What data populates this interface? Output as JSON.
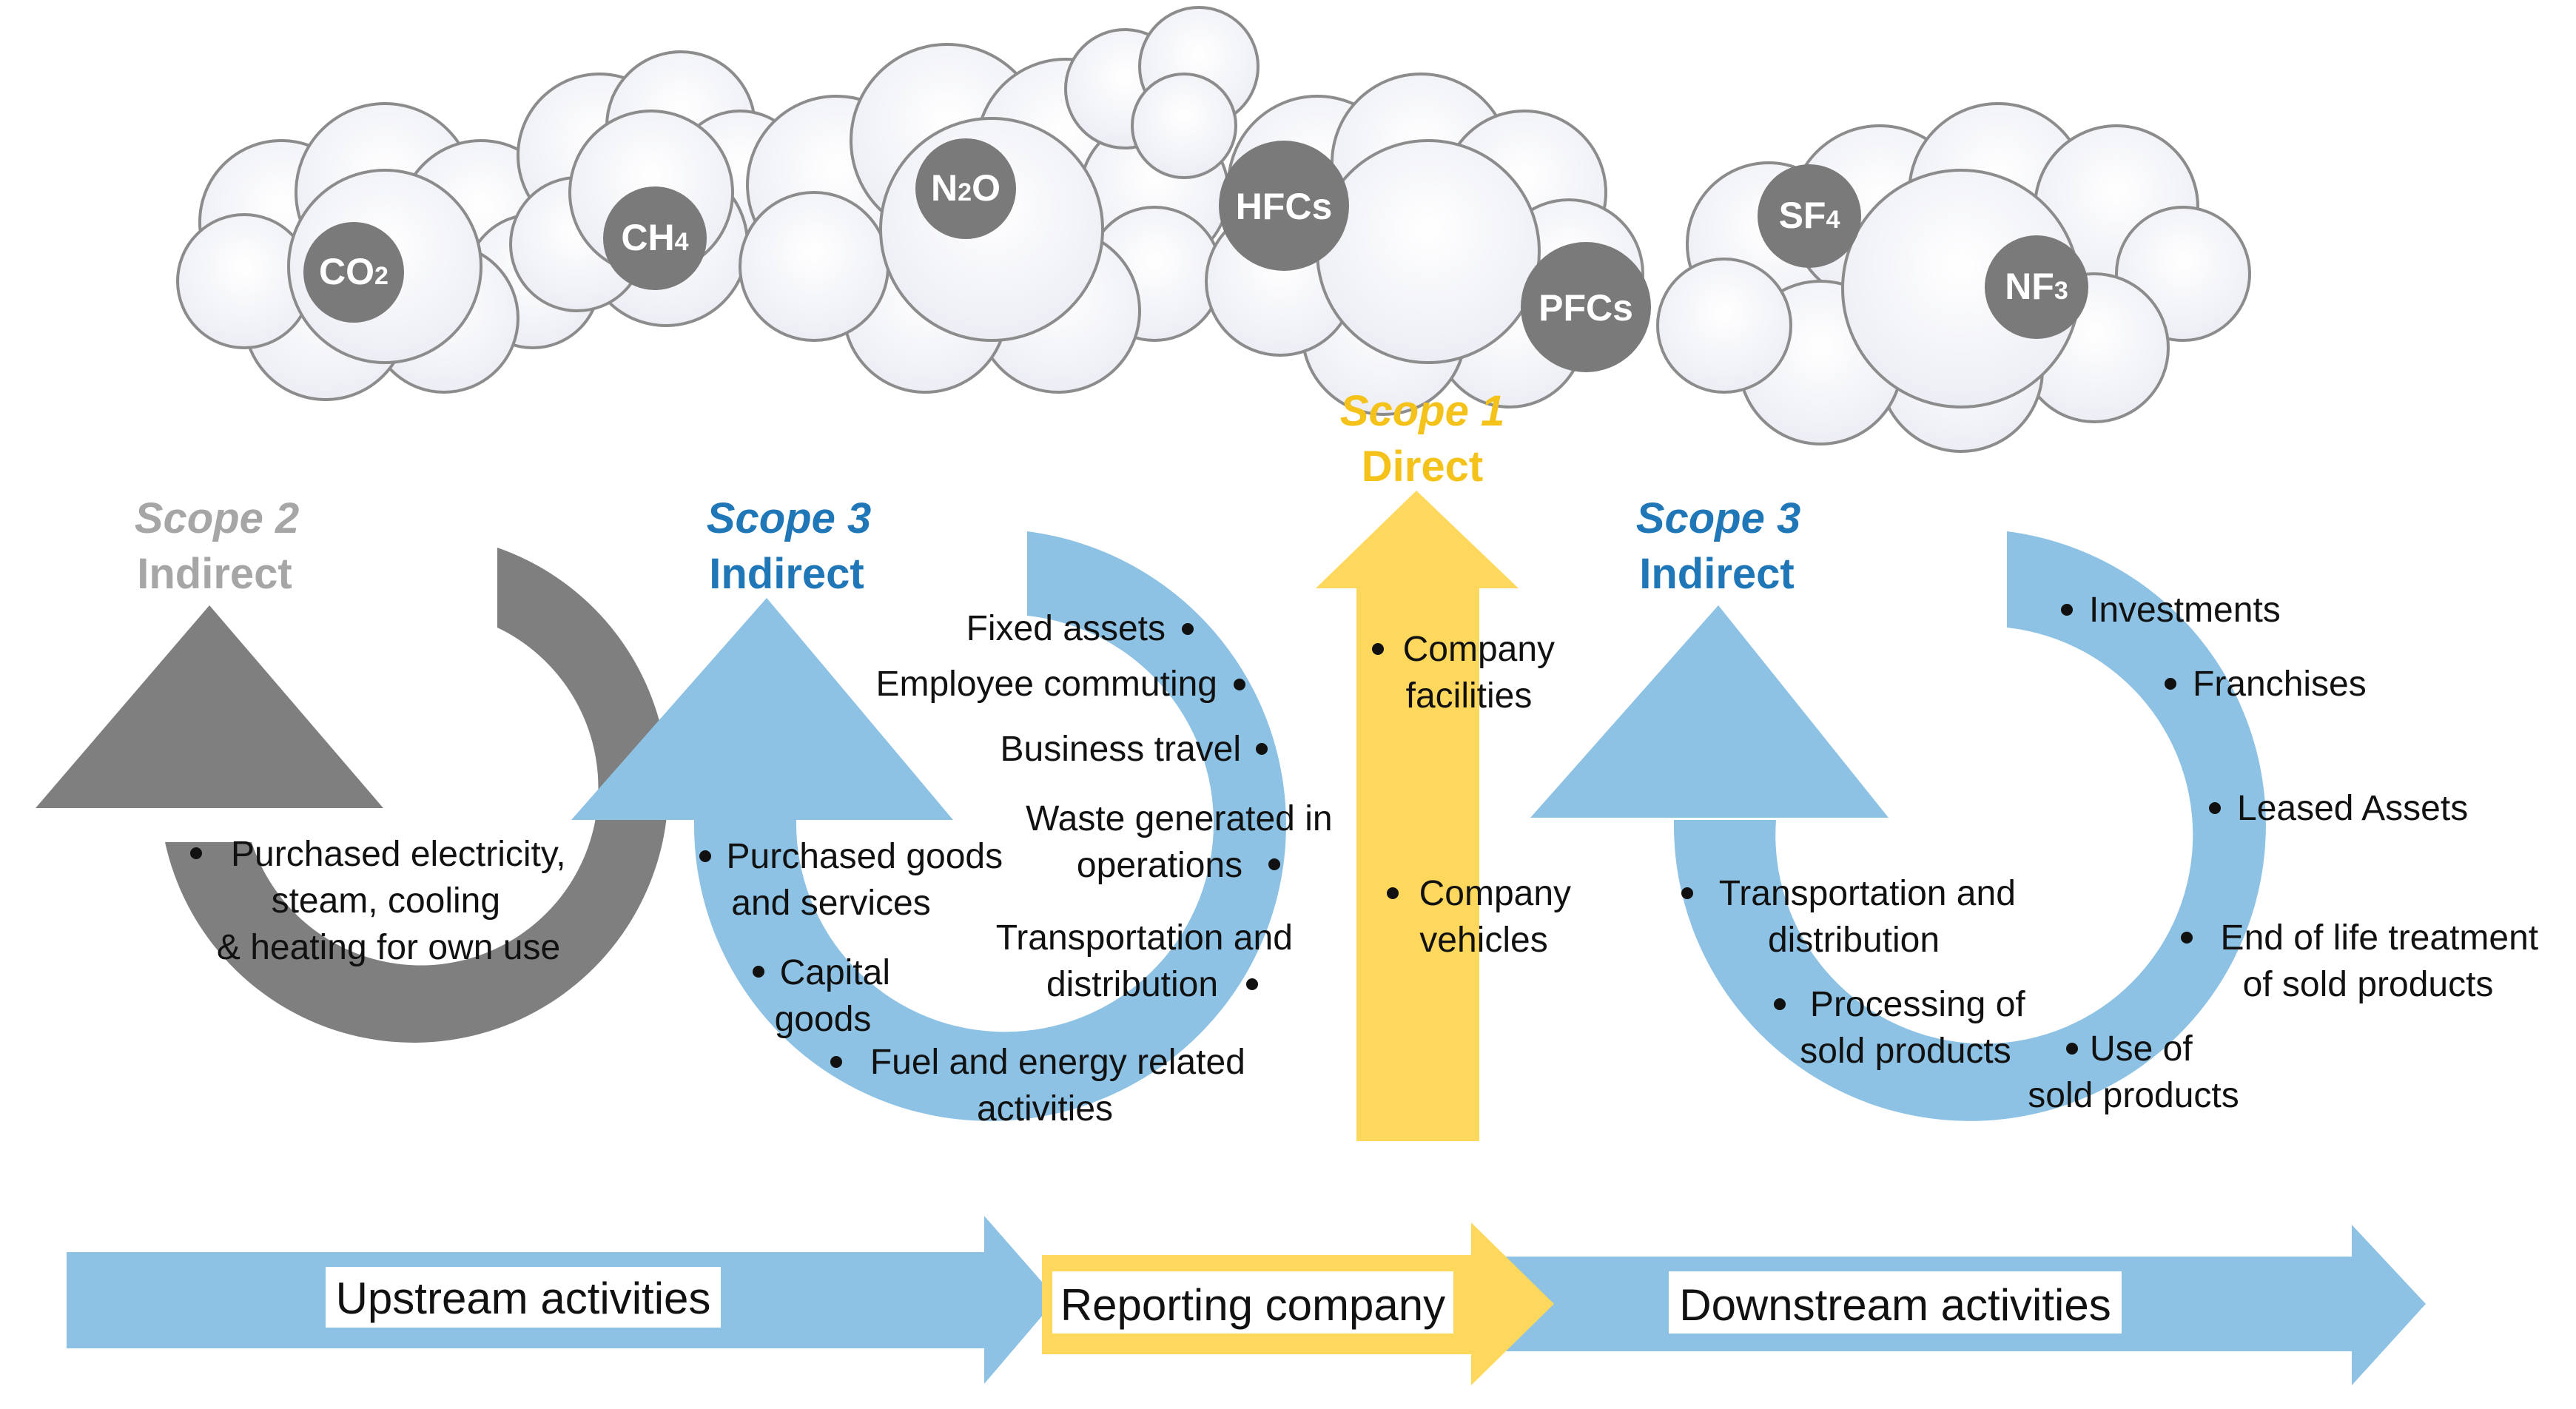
{
  "colors": {
    "gray": "#7f7f7f",
    "light_blue": "#8dc2e4",
    "yellow": "#fdd85d",
    "scope2_text": "#a6a6a6",
    "scope3_text": "#1f77b8",
    "scope1_text": "#f5c21a",
    "gas_circle": "#7a7a7a",
    "cloud_stroke": "#8c8c8c"
  },
  "gases": [
    {
      "base": "CO",
      "sub": "2"
    },
    {
      "base": "CH",
      "sub": "4"
    },
    {
      "base": "N",
      "sub": "2",
      "tail": "O"
    },
    {
      "base": "HFCs"
    },
    {
      "base": "PFCs"
    },
    {
      "base": "SF",
      "sub": "4"
    },
    {
      "base": "NF",
      "sub": "3"
    }
  ],
  "scopes": {
    "scope2": {
      "title": "Scope 2",
      "subtitle": "Indirect",
      "items": [
        [
          "Purchased electricity,",
          "steam, cooling",
          "& heating for own use"
        ]
      ]
    },
    "scope3_up": {
      "title": "Scope 3",
      "subtitle": "Indirect",
      "items": [
        [
          "Fixed assets"
        ],
        [
          "Employee commuting"
        ],
        [
          "Business travel"
        ],
        [
          "Waste generated in",
          "operations"
        ],
        [
          "Transportation and",
          "distribution"
        ],
        [
          "Purchased goods",
          "and services"
        ],
        [
          "Capital",
          "goods"
        ],
        [
          "Fuel and energy related",
          "activities"
        ]
      ]
    },
    "scope1": {
      "title": "Scope 1",
      "subtitle": "Direct",
      "items": [
        [
          "Company",
          "facilities"
        ],
        [
          "Company",
          "vehicles"
        ]
      ]
    },
    "scope3_down": {
      "title": "Scope 3",
      "subtitle": "Indirect",
      "items": [
        [
          "Investments"
        ],
        [
          "Franchises"
        ],
        [
          "Leased Assets"
        ],
        [
          "End of life treatment",
          "of sold products"
        ],
        [
          "Transportation and",
          "distribution"
        ],
        [
          "Processing of",
          "sold products"
        ],
        [
          "Use of",
          "sold products"
        ]
      ]
    }
  },
  "bottom_bar": {
    "upstream": "Upstream activities",
    "reporting": "Reporting company",
    "downstream": "Downstream activities"
  }
}
